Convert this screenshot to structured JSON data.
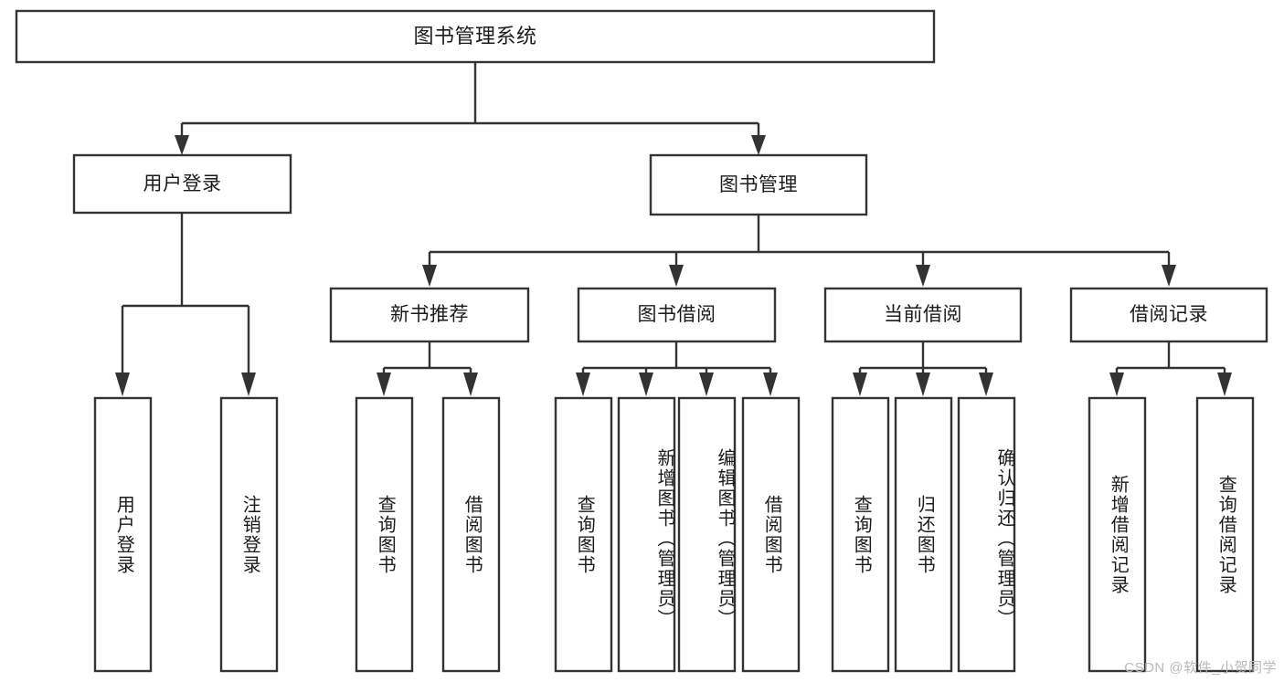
{
  "diagram": {
    "type": "tree-hierarchy-chart",
    "title": "图书管理系统",
    "colors": {
      "stroke": "#333333",
      "box_fill": "#ffffff",
      "text": "#1b1b1b",
      "background": "#ffffff",
      "watermark": "#b9b9b9"
    },
    "levels": {
      "root": "图书管理系统",
      "level2": [
        "用户登录",
        "图书管理"
      ],
      "level3": [
        "新书推荐",
        "图书借阅",
        "当前借阅",
        "借阅记录"
      ]
    },
    "nodes": [
      {
        "id": "root",
        "label": "图书管理系统",
        "orientation": "horizontal",
        "level": 1,
        "parent": null
      },
      {
        "id": "user-login",
        "label": "用户登录",
        "orientation": "horizontal",
        "level": 2,
        "parent": "root"
      },
      {
        "id": "book-manage",
        "label": "图书管理",
        "orientation": "horizontal",
        "level": 2,
        "parent": "root"
      },
      {
        "id": "new-book-recommend",
        "label": "新书推荐",
        "orientation": "horizontal",
        "level": 3,
        "parent": "book-manage"
      },
      {
        "id": "book-borrow",
        "label": "图书借阅",
        "orientation": "horizontal",
        "level": 3,
        "parent": "book-manage"
      },
      {
        "id": "current-borrow",
        "label": "当前借阅",
        "orientation": "horizontal",
        "level": 3,
        "parent": "book-manage"
      },
      {
        "id": "borrow-record",
        "label": "借阅记录",
        "orientation": "horizontal",
        "level": 3,
        "parent": "book-manage"
      },
      {
        "id": "leaf-user-login",
        "label": "用户登录",
        "orientation": "vertical",
        "level": 3,
        "parent": "user-login"
      },
      {
        "id": "leaf-logout",
        "label": "注销登录",
        "orientation": "vertical",
        "level": 3,
        "parent": "user-login"
      },
      {
        "id": "leaf-query-book-1",
        "label": "查询图书",
        "orientation": "vertical",
        "level": 4,
        "parent": "new-book-recommend"
      },
      {
        "id": "leaf-borrow-book-1",
        "label": "借阅图书",
        "orientation": "vertical",
        "level": 4,
        "parent": "new-book-recommend"
      },
      {
        "id": "leaf-query-book-2",
        "label": "查询图书",
        "orientation": "vertical",
        "level": 4,
        "parent": "book-borrow"
      },
      {
        "id": "leaf-add-book",
        "label": "新增图书（管理员）",
        "orientation": "vertical",
        "level": 4,
        "parent": "book-borrow"
      },
      {
        "id": "leaf-edit-book",
        "label": "编辑图书（管理员）",
        "orientation": "vertical",
        "level": 4,
        "parent": "book-borrow"
      },
      {
        "id": "leaf-borrow-book-2",
        "label": "借阅图书",
        "orientation": "vertical",
        "level": 4,
        "parent": "book-borrow"
      },
      {
        "id": "leaf-query-book-3",
        "label": "查询图书",
        "orientation": "vertical",
        "level": 4,
        "parent": "current-borrow"
      },
      {
        "id": "leaf-return-book",
        "label": "归还图书",
        "orientation": "vertical",
        "level": 4,
        "parent": "current-borrow"
      },
      {
        "id": "leaf-confirm-return",
        "label": "确认归还（管理员）",
        "orientation": "vertical",
        "level": 4,
        "parent": "current-borrow"
      },
      {
        "id": "leaf-add-record",
        "label": "新增借阅记录",
        "orientation": "vertical",
        "level": 4,
        "parent": "borrow-record"
      },
      {
        "id": "leaf-query-record",
        "label": "查询借阅记录",
        "orientation": "vertical",
        "level": 4,
        "parent": "borrow-record"
      }
    ],
    "watermark": "CSDN @软件_小贺同学"
  }
}
